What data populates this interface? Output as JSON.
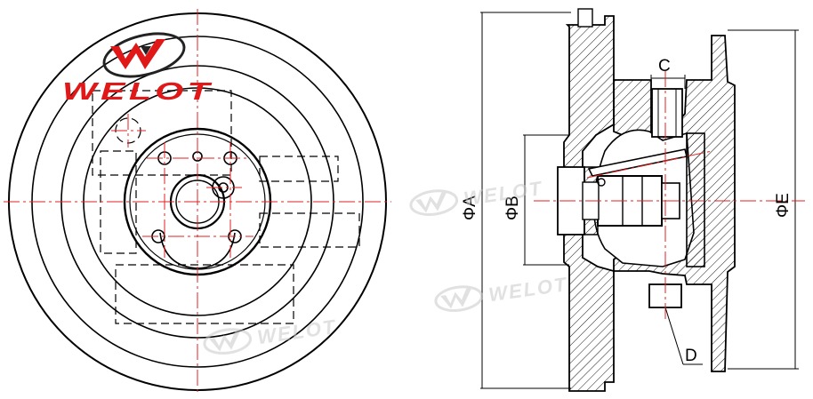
{
  "brand": {
    "name": "WELOT",
    "logo_icon": "welot-w-swoosh-logo",
    "color_red": "#e01818",
    "color_dark": "#222222",
    "watermark_color": "#c8c8c8"
  },
  "front_view": {
    "description_icon": "valve-flange-front-view"
  },
  "section_view": {
    "labels": {
      "dim_a": "ΦA",
      "dim_b": "ΦB",
      "dim_c": "C",
      "dim_d": "D",
      "dim_e": "ΦE"
    }
  },
  "watermarks": [
    "WELOT",
    "WELOT",
    "WELOT"
  ],
  "colors": {
    "line": "#000000",
    "centerline": "#e02020",
    "hatch": "#000000"
  }
}
